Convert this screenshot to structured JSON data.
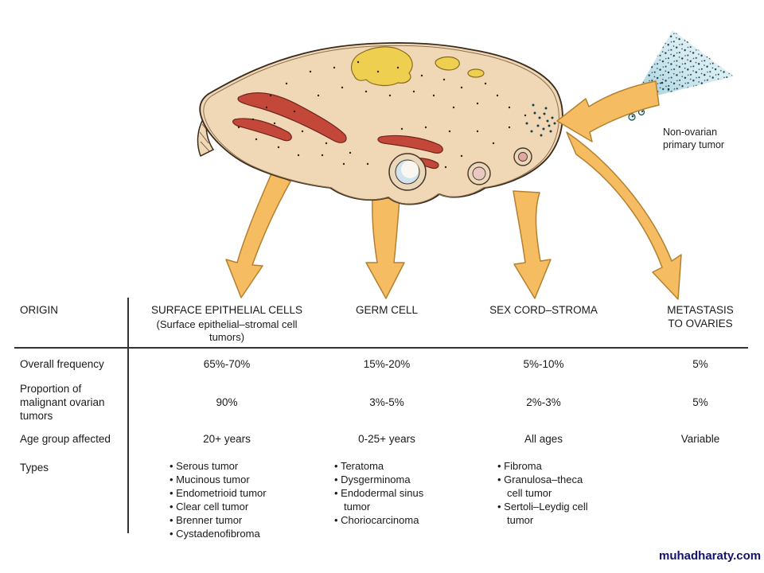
{
  "illustration": {
    "non_ovarian_label": "Non-ovarian primary tumor"
  },
  "watermark": "muhadharaty.com",
  "table": {
    "origin_header": "ORIGIN",
    "columns": [
      {
        "title": "SURFACE EPITHELIAL CELLS",
        "subtitle": "(Surface epithelial–stromal cell tumors)"
      },
      {
        "title": "GERM CELL",
        "subtitle": ""
      },
      {
        "title": "SEX CORD–STROMA",
        "subtitle": ""
      },
      {
        "title": "METASTASIS TO OVARIES",
        "subtitle": ""
      }
    ],
    "rows": [
      {
        "label": "Overall frequency",
        "values": [
          "65%-70%",
          "15%-20%",
          "5%-10%",
          "5%"
        ]
      },
      {
        "label": "Proportion of malignant ovarian tumors",
        "values": [
          "90%",
          "3%-5%",
          "2%-3%",
          "5%"
        ]
      },
      {
        "label": "Age group affected",
        "values": [
          "20+ years",
          "0-25+ years",
          "All ages",
          "Variable"
        ]
      }
    ],
    "types_label": "Types",
    "types": {
      "surface_epithelial": [
        "Serous tumor",
        "Mucinous tumor",
        "Endometrioid tumor",
        "Clear cell tumor",
        "Brenner tumor",
        "Cystadenofibroma"
      ],
      "germ_cell": [
        "Teratoma",
        "Dysgerminoma",
        "Endodermal sinus tumor",
        "Choriocarcinoma"
      ],
      "sex_cord_stroma": [
        "Fibroma",
        "Granulosa–theca cell tumor",
        "Sertoli–Leydig cell tumor"
      ],
      "metastasis": []
    }
  },
  "colors": {
    "arrow_fill": "#F5BC62",
    "arrow_outline": "#B5802E",
    "ovary_fill": "#F0D7B6",
    "vessel_red": "#C4483A",
    "corpus_luteum_yellow": "#EFCF4F",
    "spray_teal": "#17404A",
    "spray_wash": "#C9E4EC",
    "text": "#1A1A1A",
    "watermark_navy": "#13136B",
    "divider_line": "#333333"
  }
}
